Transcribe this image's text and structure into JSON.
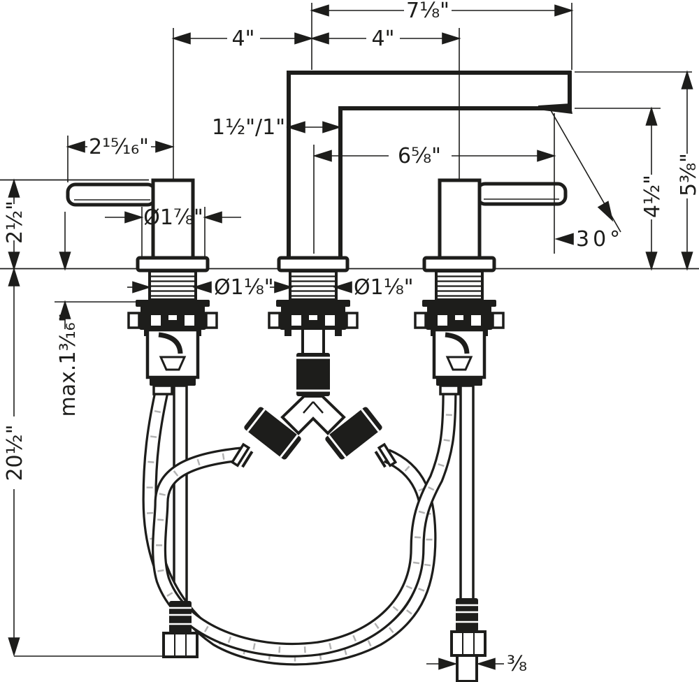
{
  "drawing": {
    "subject": "widespread-3-hole-lavatory-faucet-installation-dimensions",
    "background": "#ffffff",
    "ink": "#1d1d1b",
    "labels": {
      "overall_spread": "7⅛\"",
      "left_spacing": "4\"",
      "right_spacing": "4\"",
      "base_options": "1½\"/1\"",
      "handle_length": "2¹⁵⁄₁₆\"",
      "spout_reach": "6⅝\"",
      "handle_height": "2½\"",
      "handle_base_diameter": "Ø1⅞\"",
      "handle_shank_diameter": "Ø1⅛\"",
      "spout_shank_diameter": "Ø1⅛\"",
      "outlet_height": "4½\"",
      "spout_height": "5⅜\"",
      "spray_angle": "30°",
      "max_deck_thickness": "max.1³⁄₁₆\"",
      "hose_length": "20½\"",
      "supply_connection": "⅜"
    }
  }
}
